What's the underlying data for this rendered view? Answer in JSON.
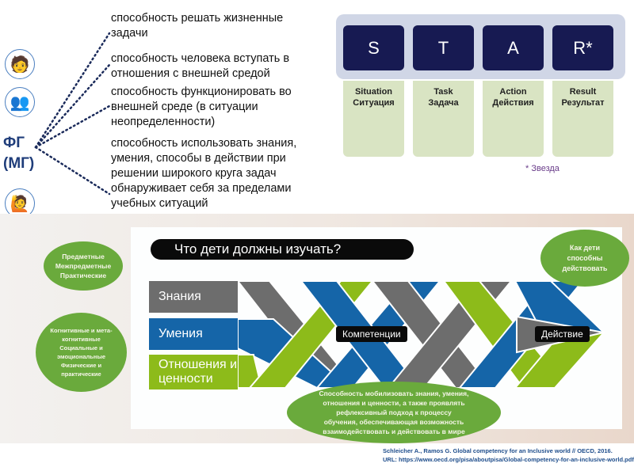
{
  "left": {
    "label_line1": "ФГ",
    "label_line2": "(МГ)",
    "definitions": [
      "способность решать жизненные задачи",
      "способность человека вступать в отношения с внешней средой",
      "способность функционировать во внешней среде (в ситуации неопределенности)",
      "способность использовать знания, умения, способы в действии при решении широкого круга задач обнаруживает себя  за пределами учебных ситуаций"
    ],
    "icons": [
      "person-tool-icon",
      "group-people-icon",
      "stressed-person-icon"
    ]
  },
  "star": {
    "items": [
      {
        "letter": "S",
        "en": "Situation",
        "ru": "Ситуация"
      },
      {
        "letter": "T",
        "en": "Task",
        "ru": "Задача"
      },
      {
        "letter": "A",
        "en": "Action",
        "ru": "Действия"
      },
      {
        "letter": "R*",
        "en": "Result",
        "ru": "Результат"
      }
    ],
    "footnote": "* Звезда"
  },
  "braid": {
    "title": "Что дети должны изучать?",
    "bands": [
      "Знания",
      "Умения",
      "Отношения и ценности"
    ],
    "center_label": "Компетенции",
    "end_label": "Действие",
    "bubble_knowledge": "Предметные Межпредметные Практические",
    "bubble_skills": "Когнитивные и мета-когнитивные Социальные и эмоциональные Физические и практические",
    "bubble_action": "Как дети способны действовать",
    "bubble_competence": "Способность мобилизовать знания, умения, отношения и ценности, а также проявлять  рефлексивный подход к процессу обучения, обеспечивающая возможность взаимодействовать  и действовать в мире",
    "colors": {
      "gray": "#6d6d6d",
      "blue": "#1565a8",
      "green": "#8dbb1a",
      "bubble": "#6aaa3c"
    }
  },
  "reference": {
    "citation": "Schleicher A., Ramos G. Global competency for an Inclusive world // OECD, 2016.",
    "url_label": "URL:",
    "url": "https://www.oecd.org/pisa/aboutpisa/Global-competency-for-an-inclusive-world.pdf"
  }
}
